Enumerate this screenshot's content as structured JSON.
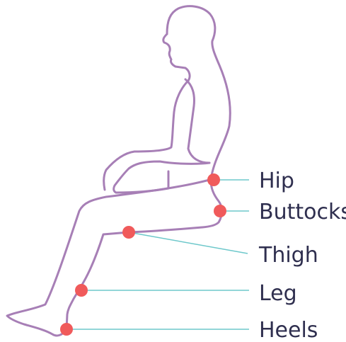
{
  "diagram": {
    "colors": {
      "outline": "#a77fb6",
      "marker": "#f05a5b",
      "leader": "#6ec8cb",
      "label": "#2f2f4f"
    },
    "labels": {
      "hip": "Hip",
      "buttocks": "Buttocks",
      "thigh": "Thigh",
      "leg": "Leg",
      "heels": "Heels"
    }
  }
}
